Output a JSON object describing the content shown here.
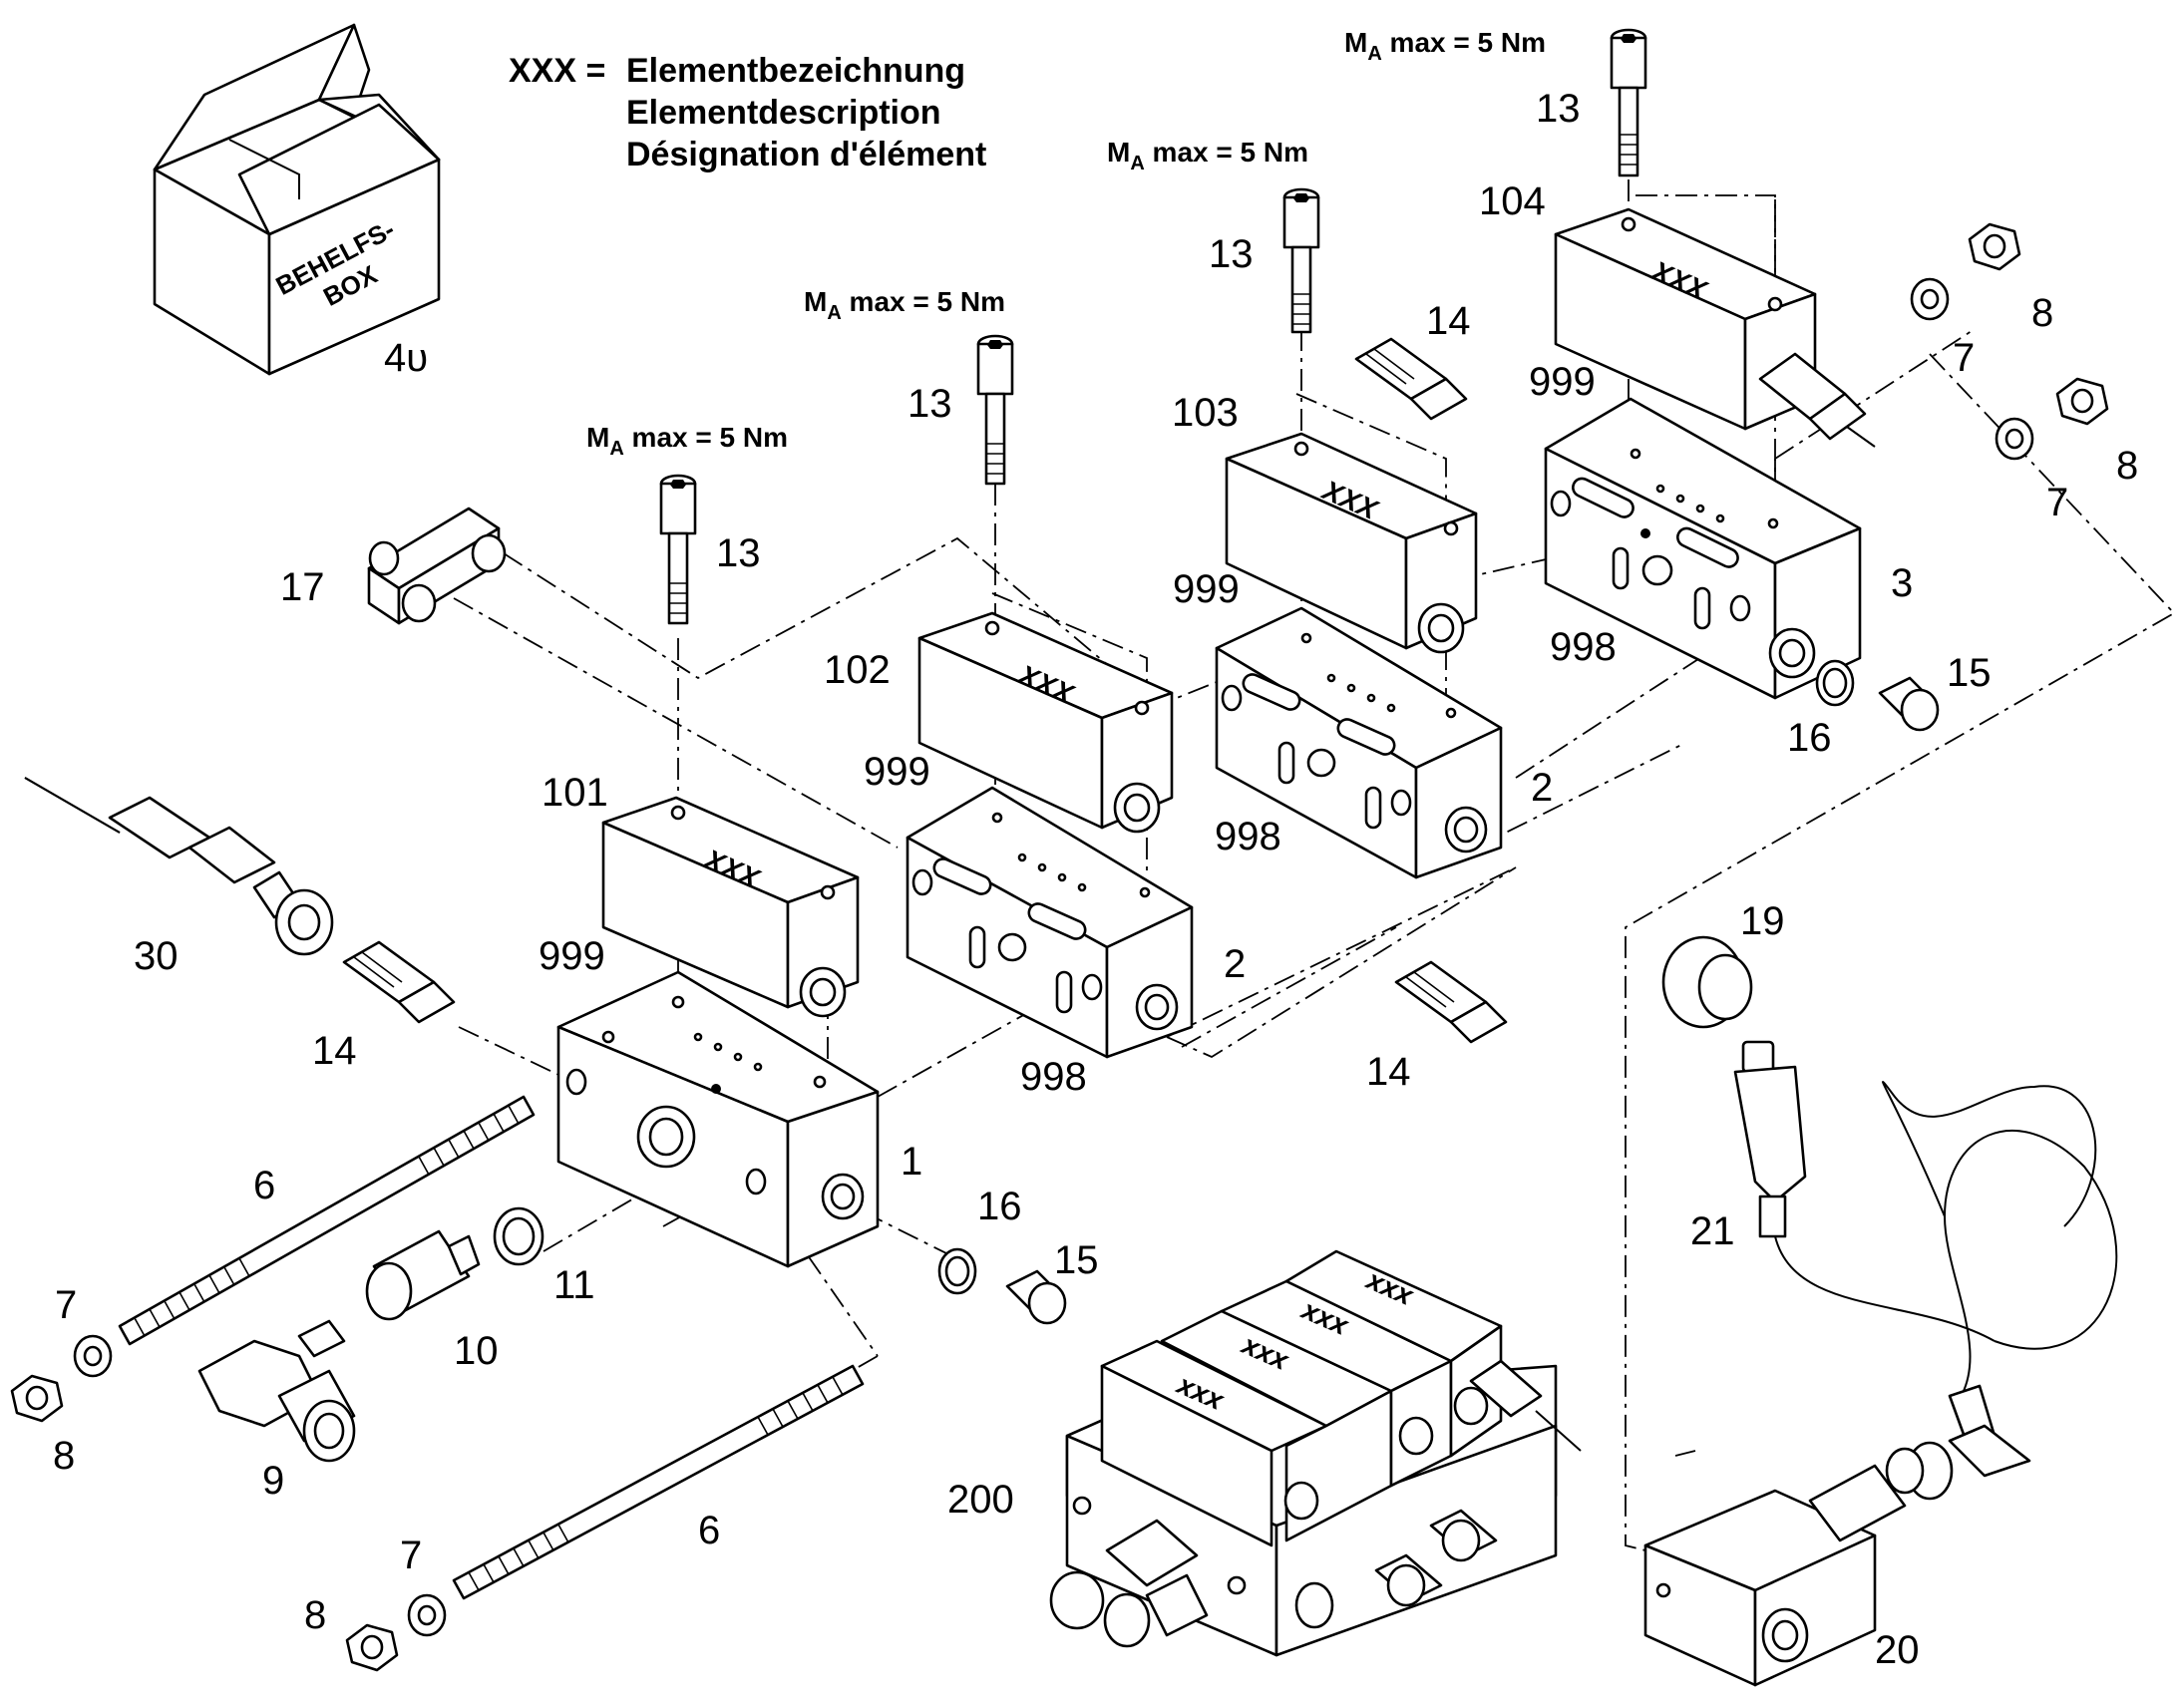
{
  "legend": {
    "key": "XXX =",
    "line_de": "Elementbezeichnung",
    "line_en": "Elementdescription",
    "line_fr": "Désignation d'élément"
  },
  "torque": {
    "prefix": "M",
    "sub": "A",
    "suffix": " max = 5 Nm"
  },
  "box_label": {
    "line1": "BEHELFS-",
    "line2": "BOX"
  },
  "element_marker": "XXX",
  "element_marker_small": "xxx",
  "callouts": {
    "c4u": "4υ",
    "c13a": "13",
    "c13b": "13",
    "c13c": "13",
    "c13d": "13",
    "c104": "104",
    "c103": "103",
    "c102": "102",
    "c101": "101",
    "c999a": "999",
    "c999b": "999",
    "c999c": "999",
    "c999d": "999",
    "c998a": "998",
    "c998b": "998",
    "c998c": "998",
    "c14a": "14",
    "c14b": "14",
    "c14c": "14",
    "c8a": "8",
    "c8b": "8",
    "c8c": "8",
    "c8d": "8",
    "c7a": "7",
    "c7b": "7",
    "c7c": "7",
    "c7d": "7",
    "c3": "3",
    "c2a": "2",
    "c2b": "2",
    "c1": "1",
    "c15a": "15",
    "c15b": "15",
    "c16a": "16",
    "c16b": "16",
    "c17": "17",
    "c30": "30",
    "c6a": "6",
    "c6b": "6",
    "c11": "11",
    "c10": "10",
    "c9": "9",
    "c19": "19",
    "c21": "21",
    "c20": "20",
    "c200": "200"
  }
}
